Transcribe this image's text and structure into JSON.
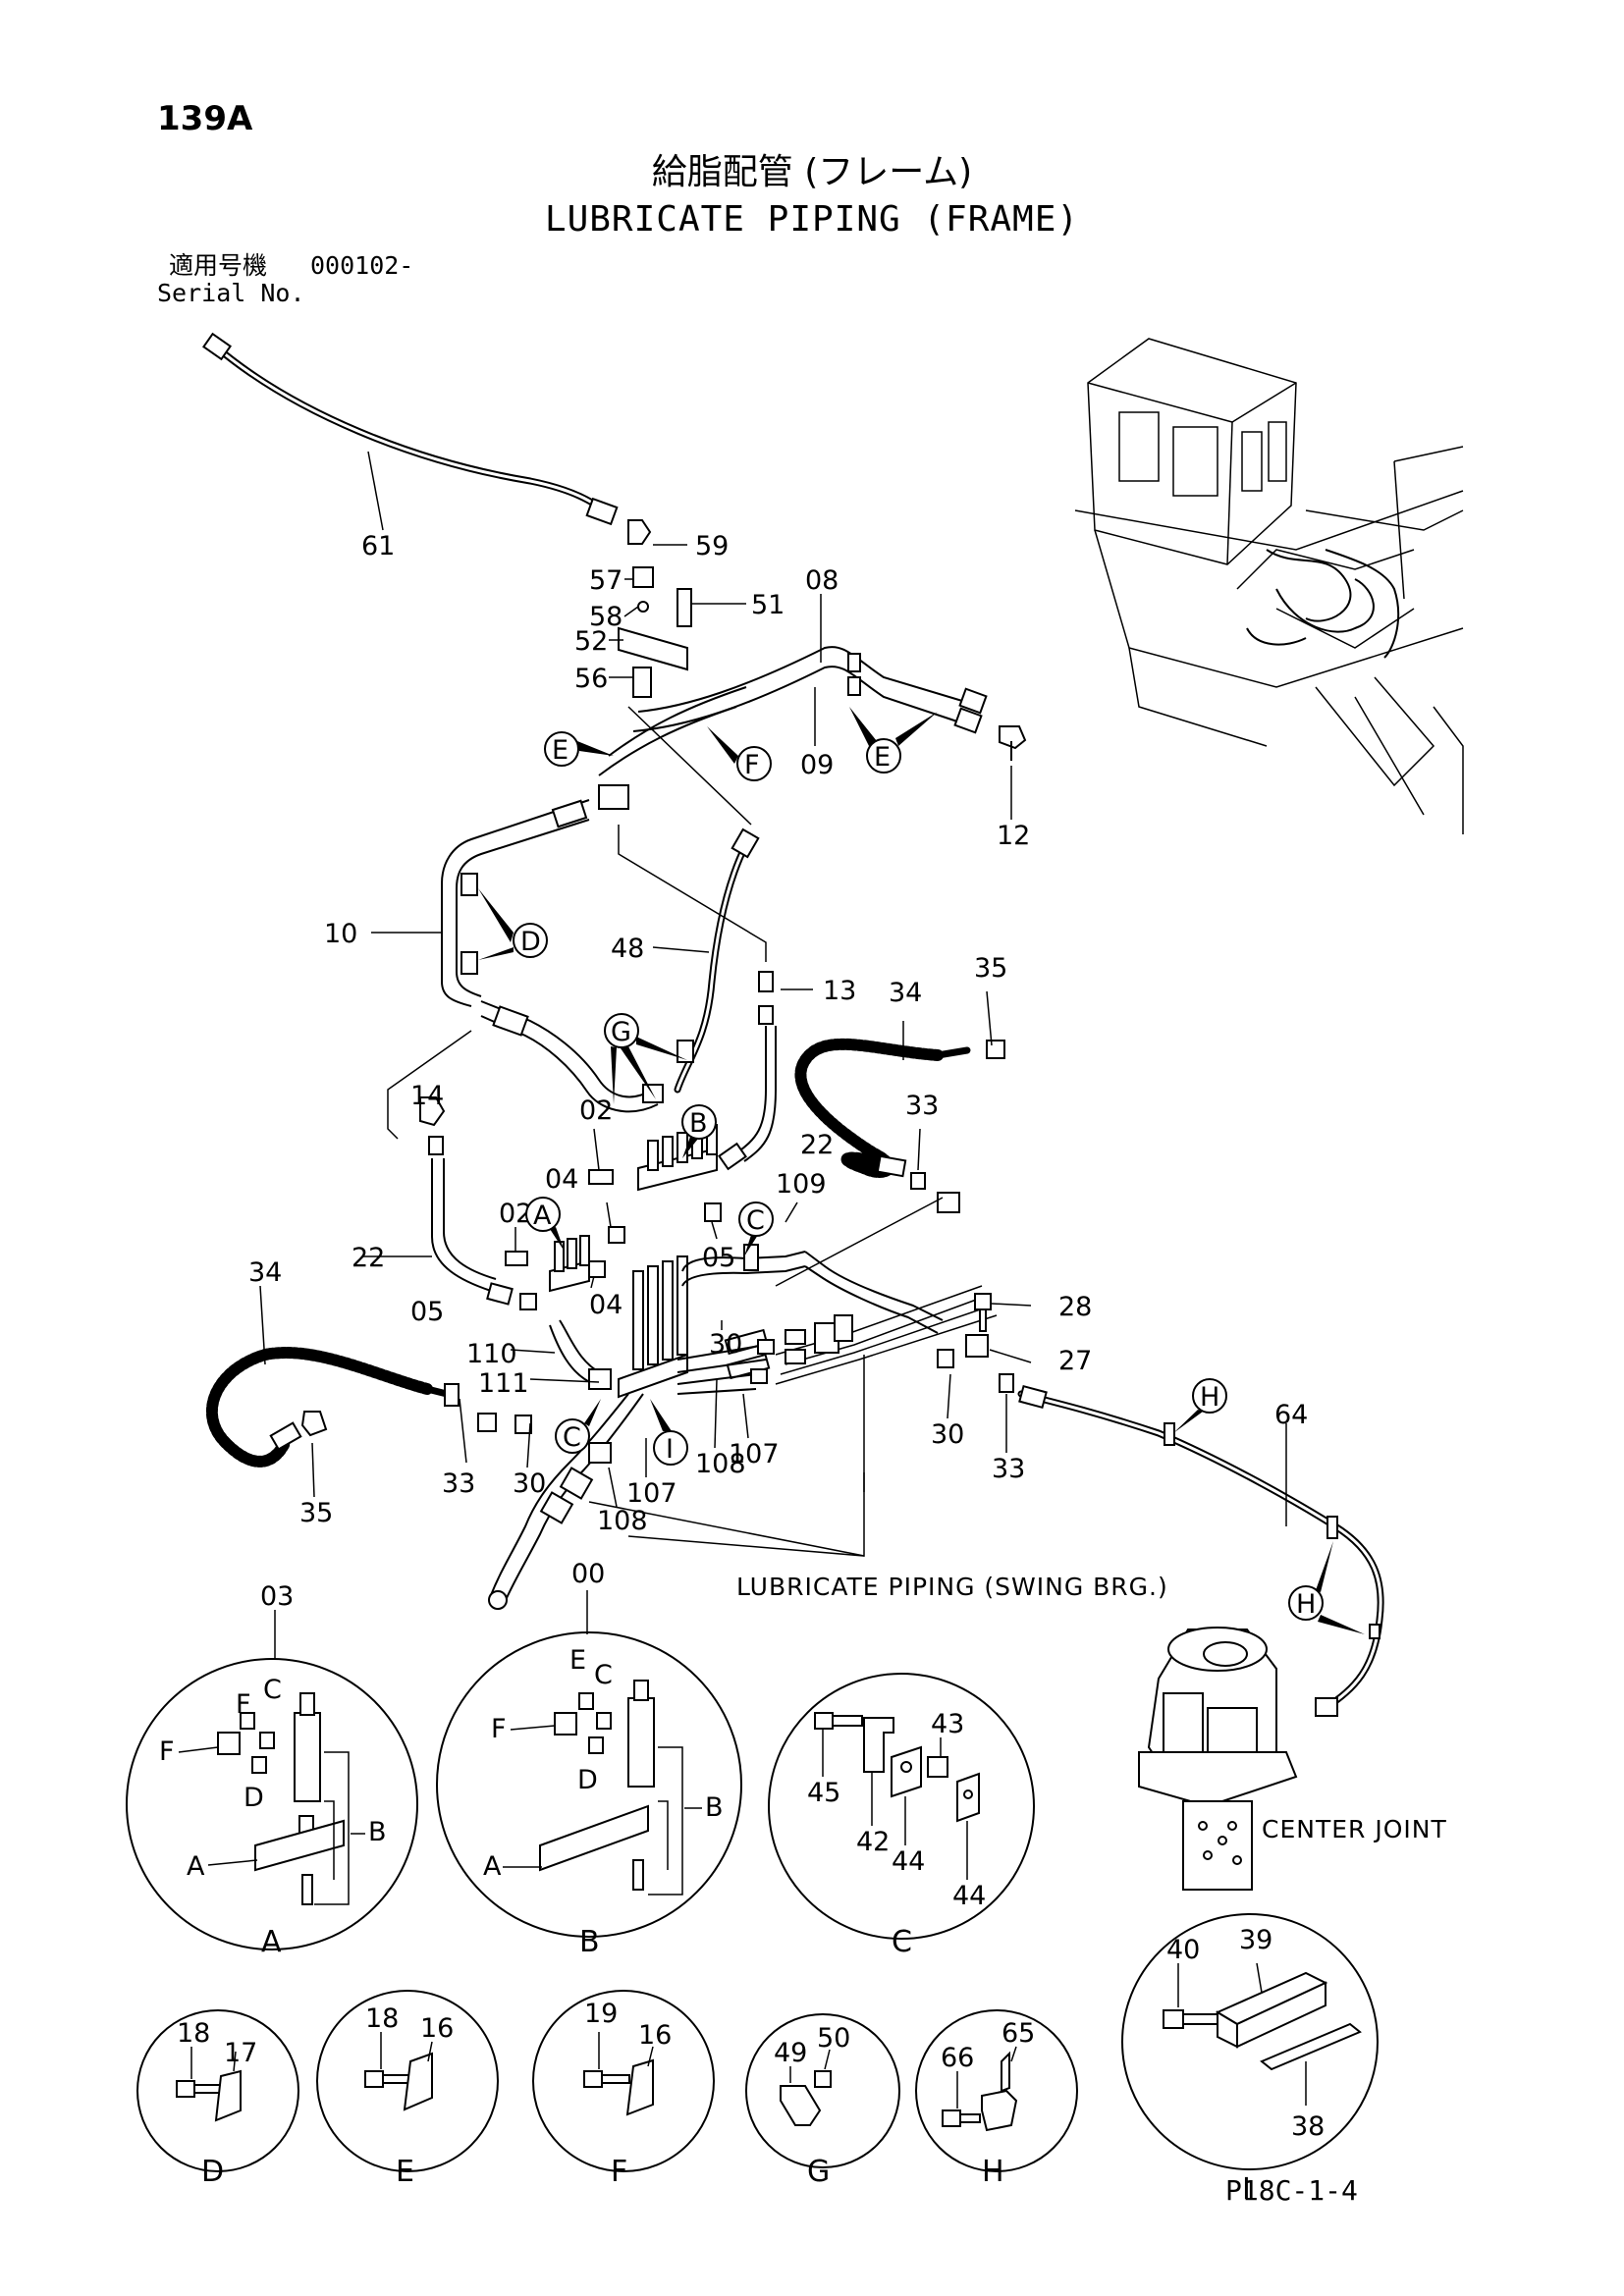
{
  "header": {
    "page_number": "139A",
    "title_ja": "給脂配管 (フレーム)",
    "title_en": "LUBRICATE PIPING (FRAME)",
    "serial_ja": "適用号機",
    "serial_value": "000102-",
    "serial_en": "Serial No."
  },
  "callouts": {
    "c61": "61",
    "c59": "59",
    "c57": "57",
    "c51": "51",
    "c08": "08",
    "c58": "58",
    "c52": "52",
    "c56": "56",
    "c09": "09",
    "c12": "12",
    "c10": "10",
    "c48": "48",
    "c13": "13",
    "c35a": "35",
    "c34a": "34",
    "c14": "14",
    "c33a": "33",
    "c02a": "02",
    "c02b": "02",
    "c04a": "04",
    "c22a": "22",
    "c109": "109",
    "c22b": "22",
    "c05a": "05",
    "c04b": "04",
    "c05b": "05",
    "c28": "28",
    "c34b": "34",
    "c110": "110",
    "c30a": "30",
    "c27": "27",
    "c111": "111",
    "c30b": "30",
    "c33b": "33",
    "c64": "64",
    "c107a": "107",
    "c108a": "108",
    "c33c": "33",
    "c30c": "30",
    "c107b": "107",
    "c35b": "35",
    "c108b": "108",
    "c03": "03",
    "c00": "00",
    "c43": "43",
    "c45": "45",
    "c42": "42",
    "c44a": "44",
    "c44b": "44",
    "c40": "40",
    "c39": "39",
    "c38": "38",
    "c18a": "18",
    "c17": "17",
    "c18b": "18",
    "c16a": "16",
    "c19": "19",
    "c16b": "16",
    "c49": "49",
    "c50": "50",
    "c66": "66",
    "c65": "65"
  },
  "circle_letters": {
    "E1": "E",
    "F1": "F",
    "E2": "E",
    "D1": "D",
    "G1": "G",
    "B1": "B",
    "A1": "A",
    "C1": "C",
    "C2": "C",
    "I1": "I",
    "H1": "H",
    "H2": "H"
  },
  "detail_views": {
    "A": {
      "label": "A",
      "parts": {
        "F1": "F",
        "C": "C",
        "F2": "F",
        "D": "D",
        "B": "B",
        "A": "A"
      }
    },
    "B": {
      "label": "B",
      "parts": {
        "E": "E",
        "C": "C",
        "F": "F",
        "D": "D",
        "B": "B",
        "A": "A"
      }
    },
    "C": {
      "label": "C"
    },
    "D": {
      "label": "D"
    },
    "E": {
      "label": "E"
    },
    "F": {
      "label": "F"
    },
    "G": {
      "label": "G"
    },
    "H": {
      "label": "H"
    },
    "I": {
      "label": "I"
    }
  },
  "notes": {
    "swing_brg": "LUBRICATE PIPING (SWING BRG.)",
    "center_joint": "CENTER JOINT"
  },
  "footer": {
    "code": "P18C-1-4"
  }
}
